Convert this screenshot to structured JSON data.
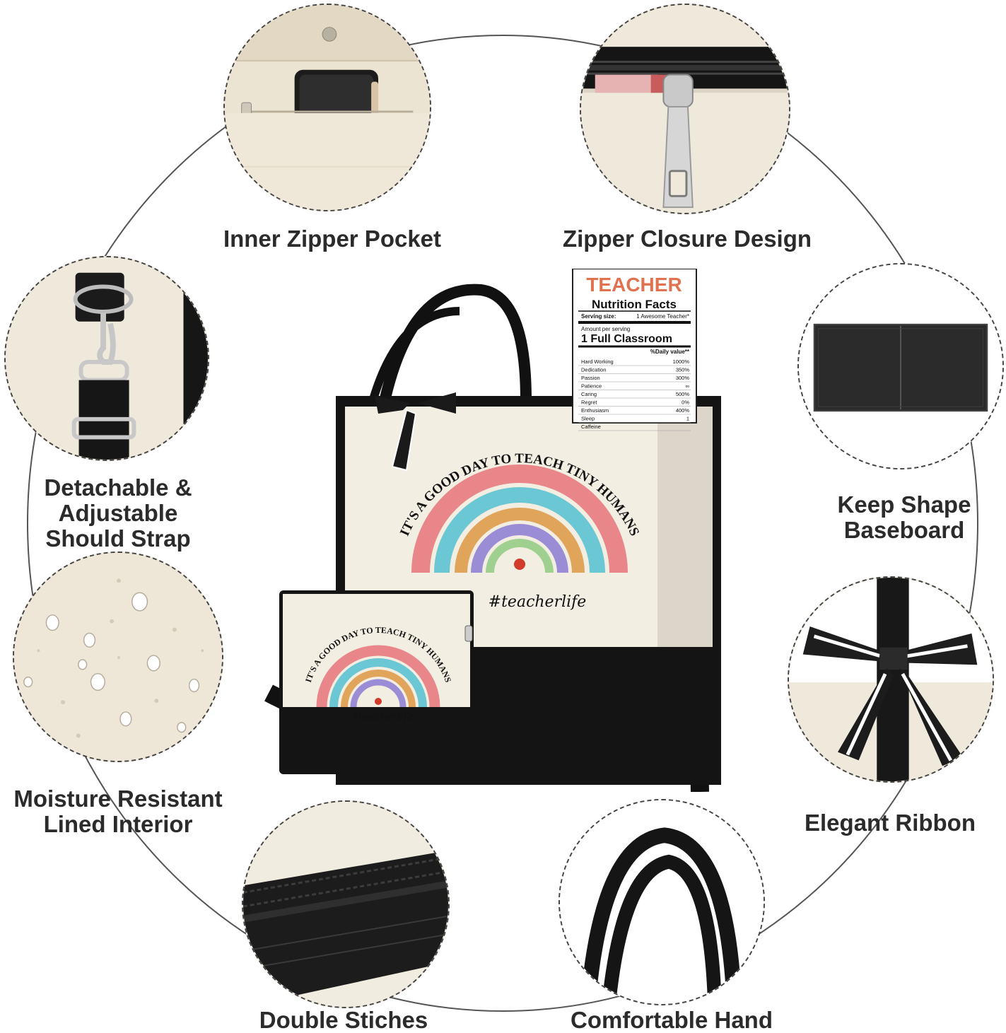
{
  "features": [
    {
      "id": "inner-zipper-pocket",
      "label": "Inner Zipper Pocket",
      "icon": "phone-in-pocket-image"
    },
    {
      "id": "zipper-closure",
      "label": "Zipper Closure Design",
      "icon": "zipper-pull-image"
    },
    {
      "id": "detachable-strap",
      "label": "Detachable &\nAdjustable\nShould Strap",
      "icon": "strap-buckle-image"
    },
    {
      "id": "keep-shape",
      "label": "Keep Shape\nBaseboard",
      "icon": "baseboard-image"
    },
    {
      "id": "moisture-resistant",
      "label": "Moisture Resistant\nLined Interior",
      "icon": "water-droplets-image"
    },
    {
      "id": "elegant-ribbon",
      "label": "Elegant Ribbon",
      "icon": "ribbon-bow-image"
    },
    {
      "id": "double-stiches",
      "label": "Double Stiches",
      "icon": "stitched-hem-image"
    },
    {
      "id": "comfortable-hand",
      "label": "Comfortable Hand",
      "icon": "handles-image"
    }
  ],
  "product": {
    "bag_slogan": "IT'S A GOOD DAY TO TEACH TINY HUMANS",
    "bag_hashtag": "#teacherlife",
    "card": {
      "title": "TEACHER",
      "subtitle": "Nutrition Facts",
      "serving_label": "Serving size:",
      "serving_value": "1 Awesome Teacher*",
      "amount_label": "Amount per serving",
      "amount_value": "1 Full Classroom",
      "dv_label": "%Daily value**",
      "rows": [
        {
          "name": "Hard Working",
          "value": "1000%"
        },
        {
          "name": "Dedication",
          "value": "350%"
        },
        {
          "name": "Passion",
          "value": "300%"
        },
        {
          "name": "Patience",
          "value": "∞"
        },
        {
          "name": "Caring",
          "value": "500%"
        },
        {
          "name": "Regret",
          "value": "0%"
        },
        {
          "name": "Enthusiasm",
          "value": "400%"
        },
        {
          "name": "Sleep",
          "value": "1"
        },
        {
          "name": "Caffeine",
          "value": ""
        }
      ]
    }
  },
  "colors": {
    "canvas": "#efe9dc",
    "bag_black": "#141414",
    "rainbow": [
      "#e8868a",
      "#6cc7d4",
      "#e0a45a",
      "#9b8cd6",
      "#9fd08f"
    ]
  }
}
